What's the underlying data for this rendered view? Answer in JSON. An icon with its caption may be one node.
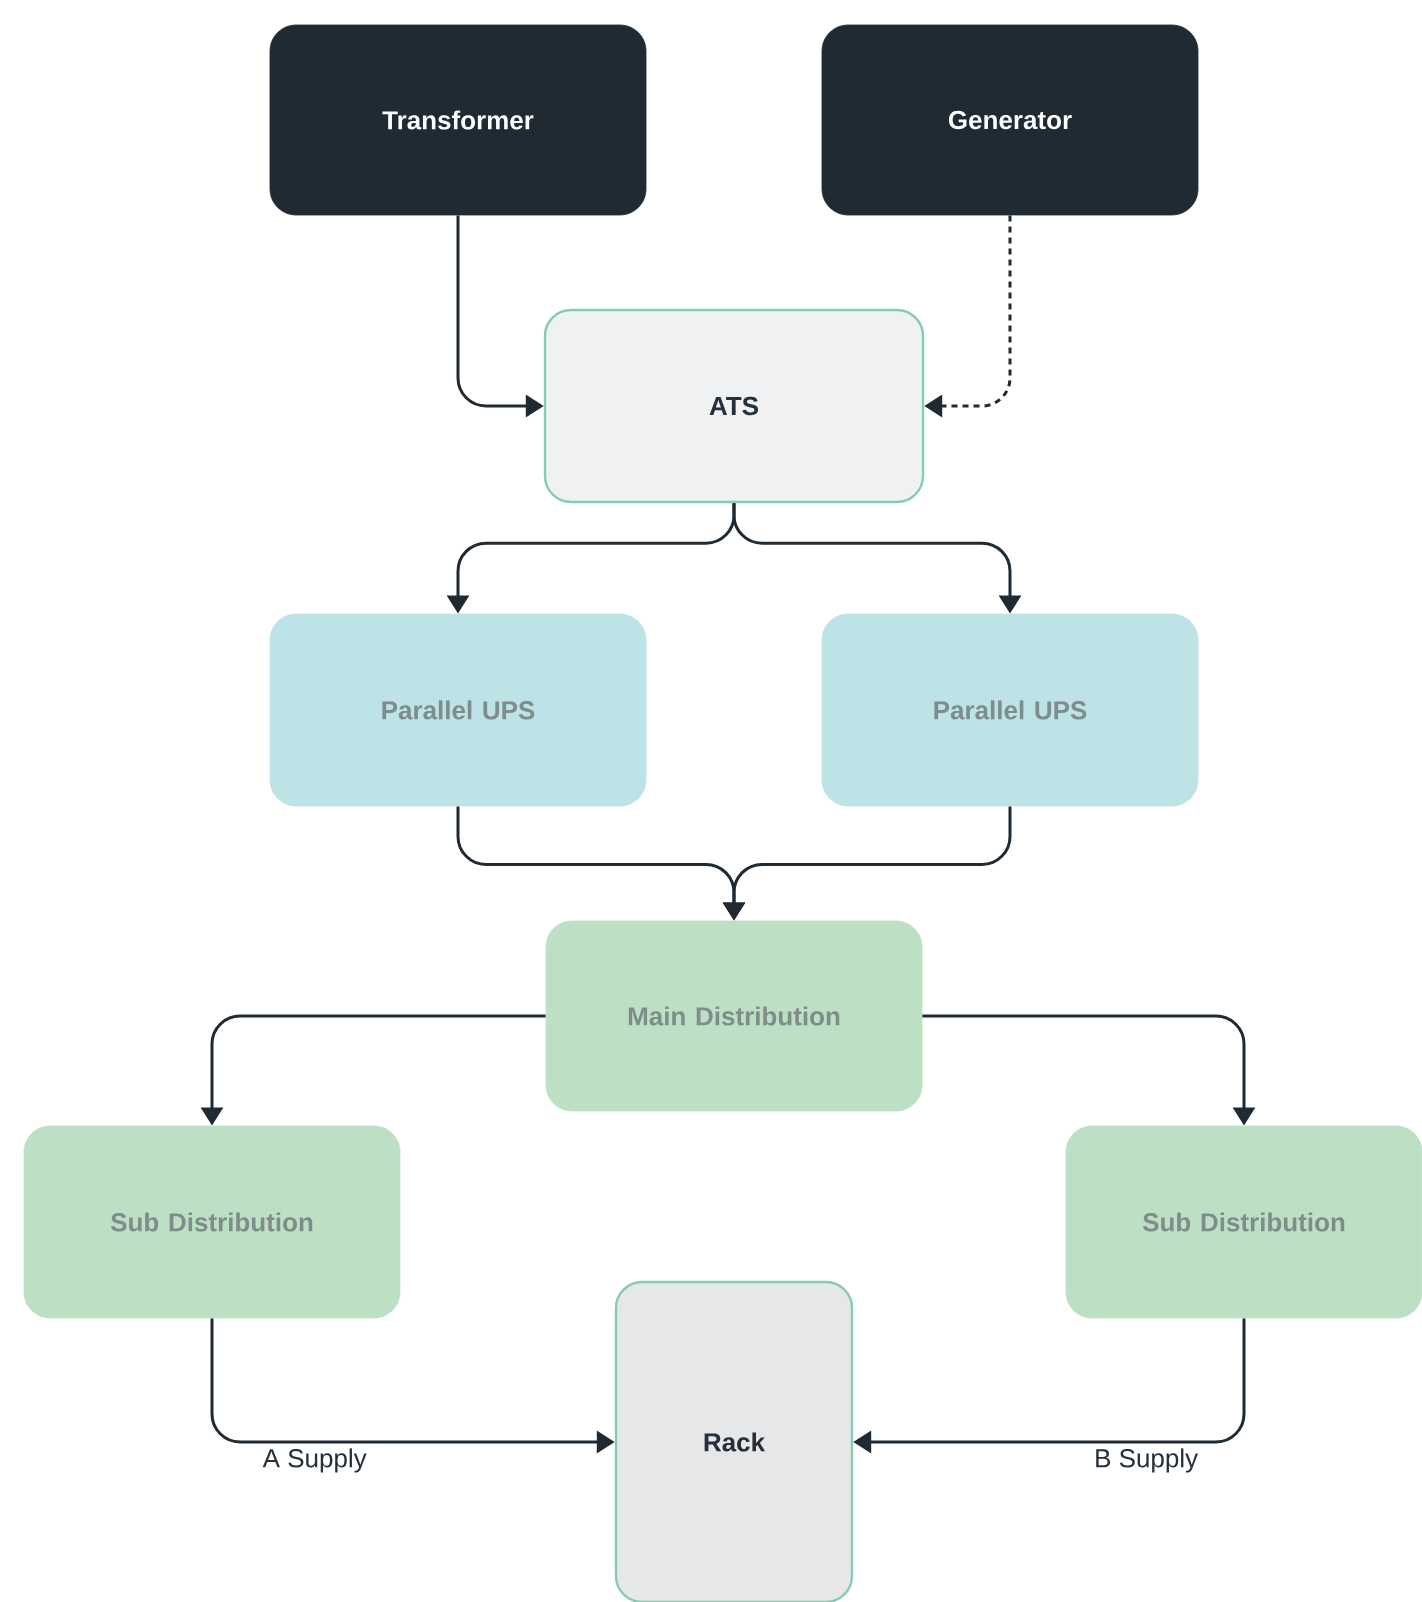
{
  "diagram": {
    "nodes": [
      {
        "text": [
          "Transformer"
        ]
      },
      {
        "text": [
          "Generator"
        ]
      },
      {
        "text": [
          "ATS"
        ]
      },
      {
        "text": [
          "Parallel UPS"
        ]
      },
      {
        "text": [
          "Parallel UPS"
        ]
      },
      {
        "text": [
          "Main Distribution"
        ]
      },
      {
        "text": [
          "Sub Distribution"
        ]
      },
      {
        "text": [
          "Sub Distribution"
        ]
      },
      {
        "text": [
          "Rack"
        ]
      }
    ],
    "edges": [
      {
        "from": 0,
        "to": 2,
        "arrow": "to"
      },
      {
        "from": 1,
        "to": 2,
        "arrow": "to",
        "style": "dashed"
      },
      {
        "from": 2,
        "to": 3,
        "arrow": "to"
      },
      {
        "from": 2,
        "to": 4,
        "arrow": "to"
      },
      {
        "from": 3,
        "to": 5,
        "arrow": "to"
      },
      {
        "from": 4,
        "to": 5,
        "arrow": "to"
      },
      {
        "from": 5,
        "to": 6,
        "arrow": "to"
      },
      {
        "from": 5,
        "to": 7,
        "arrow": "to"
      },
      {
        "from": 6,
        "to": 8,
        "arrow": "to",
        "label": "A Supply"
      },
      {
        "from": 7,
        "to": 8,
        "arrow": "to",
        "label": "B Supply"
      }
    ]
  }
}
